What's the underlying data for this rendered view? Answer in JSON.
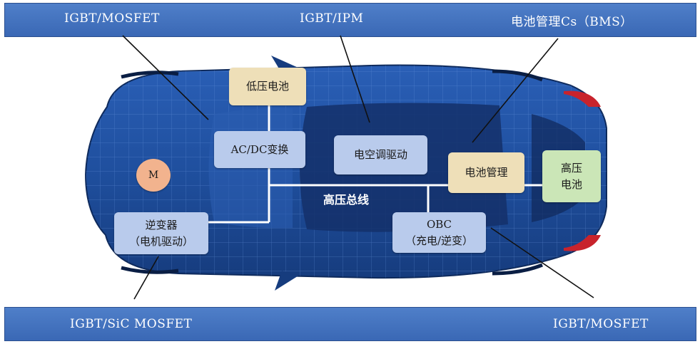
{
  "labels": {
    "top_left": "IGBT/MOSFET",
    "top_center": "IGBT/IPM",
    "top_right": "电池管理Cs（BMS）",
    "bottom_left": "IGBT/SiC MOSFET",
    "bottom_right": "IGBT/MOSFET"
  },
  "nodes": {
    "low_voltage_battery": "低压电池",
    "acdc": "AC/DC变换",
    "ac_drive": "电空调驱动",
    "battery_mgmt": "电池管理",
    "hv_battery_line1": "高压",
    "hv_battery_line2": "电池",
    "motor": "M",
    "inverter_line1": "逆变器",
    "inverter_line2": "（电机驱动）",
    "obc_line1": "OBC",
    "obc_line2": "（充电/逆变）"
  },
  "bus_label": "高压总线",
  "colors": {
    "band": "#3a68b5",
    "car_body": "#1f4f9e",
    "tan_box": "#eedfb8",
    "blue_box": "#b9cbec",
    "green_box": "#cbe6b7",
    "motor_circle": "#f2b38e"
  }
}
